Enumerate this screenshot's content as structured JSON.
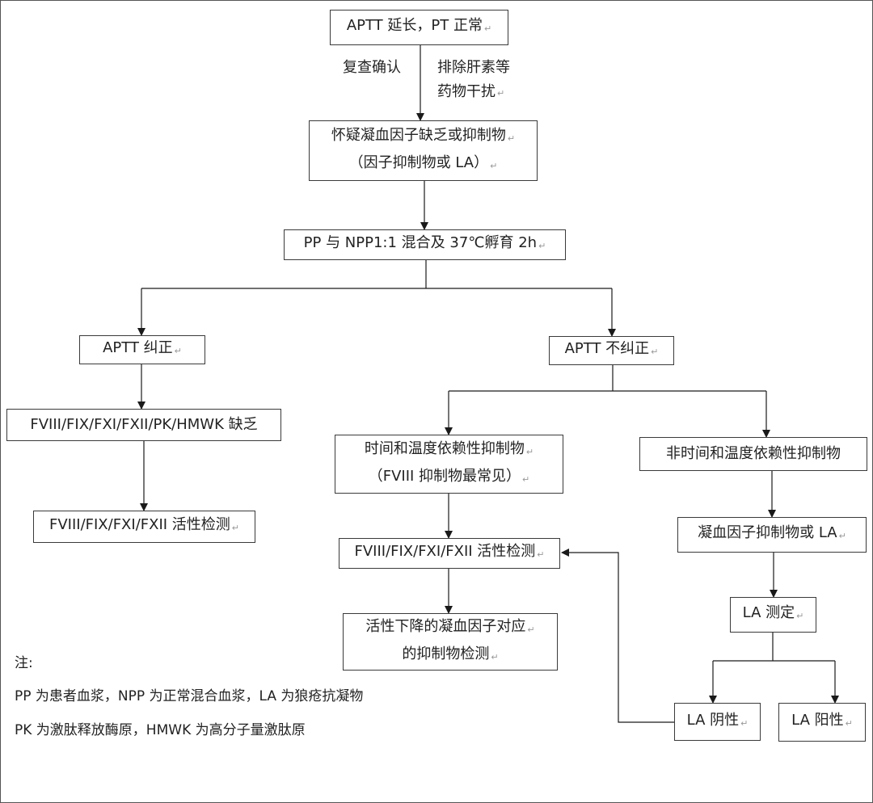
{
  "nodes": {
    "start": "APTT 延长，PT 正常",
    "suspect_line1": "怀疑凝血因子缺乏或抑制物",
    "suspect_line2": "（因子抑制物或 LA）",
    "mix": "PP 与 NPP1:1 混合及 37℃孵育 2h",
    "corrected": "APTT 纠正",
    "not_corrected": "APTT 不纠正",
    "deficiency": "FVIII/FIX/FXI/FXII/PK/HMWK 缺乏",
    "activity_left": "FVIII/FIX/FXI/FXII 活性检测",
    "time_dep_line1": "时间和温度依赖性抑制物",
    "time_dep_line2": "（FVIII 抑制物最常见）",
    "non_time_dep": "非时间和温度依赖性抑制物",
    "activity_mid": "FVIII/FIX/FXI/FXII 活性检测",
    "factor_or_la": "凝血因子抑制物或 LA",
    "la_test": "LA 测定",
    "decreased_line1": "活性下降的凝血因子对应",
    "decreased_line2": "的抑制物检测",
    "la_negative": "LA 阴性",
    "la_positive": "LA 阳性"
  },
  "edge_labels": {
    "recheck": "复查确认",
    "exclude_line1": "排除肝素等",
    "exclude_line2": "药物干扰"
  },
  "notes": {
    "title": "注:",
    "line1": "PP 为患者血浆，NPP 为正常混合血浆，LA 为狼疮抗凝物",
    "line2": "PK 为激肽释放酶原，HMWK 为高分子量激肽原"
  },
  "paragraph_mark": "↵"
}
